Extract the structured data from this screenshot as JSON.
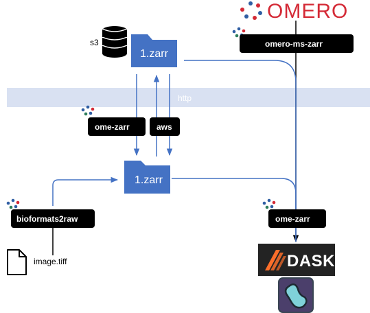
{
  "labels": {
    "s3": "s3",
    "http": "http",
    "top_zarr": "1.zarr",
    "bottom_zarr": "1.zarr",
    "image_file": "image.tiff"
  },
  "tools": {
    "omero_ms_zarr": "omero-ms-zarr",
    "ome_zarr_left": "ome-zarr",
    "aws": "aws",
    "bioformats2raw": "bioformats2raw",
    "ome_zarr_right": "ome-zarr"
  },
  "logos": {
    "omero": "OMERO",
    "dask": "DASK",
    "napari": "napari-logo-icon"
  },
  "colors": {
    "accent_blue": "#4472c4",
    "band": "#d9e1f2",
    "pill": "#000000",
    "omero_red": "#d42a36",
    "omero_blue": "#2f5ea3",
    "dask_bg": "#232323",
    "dask_orange": "#fc6e2a"
  }
}
